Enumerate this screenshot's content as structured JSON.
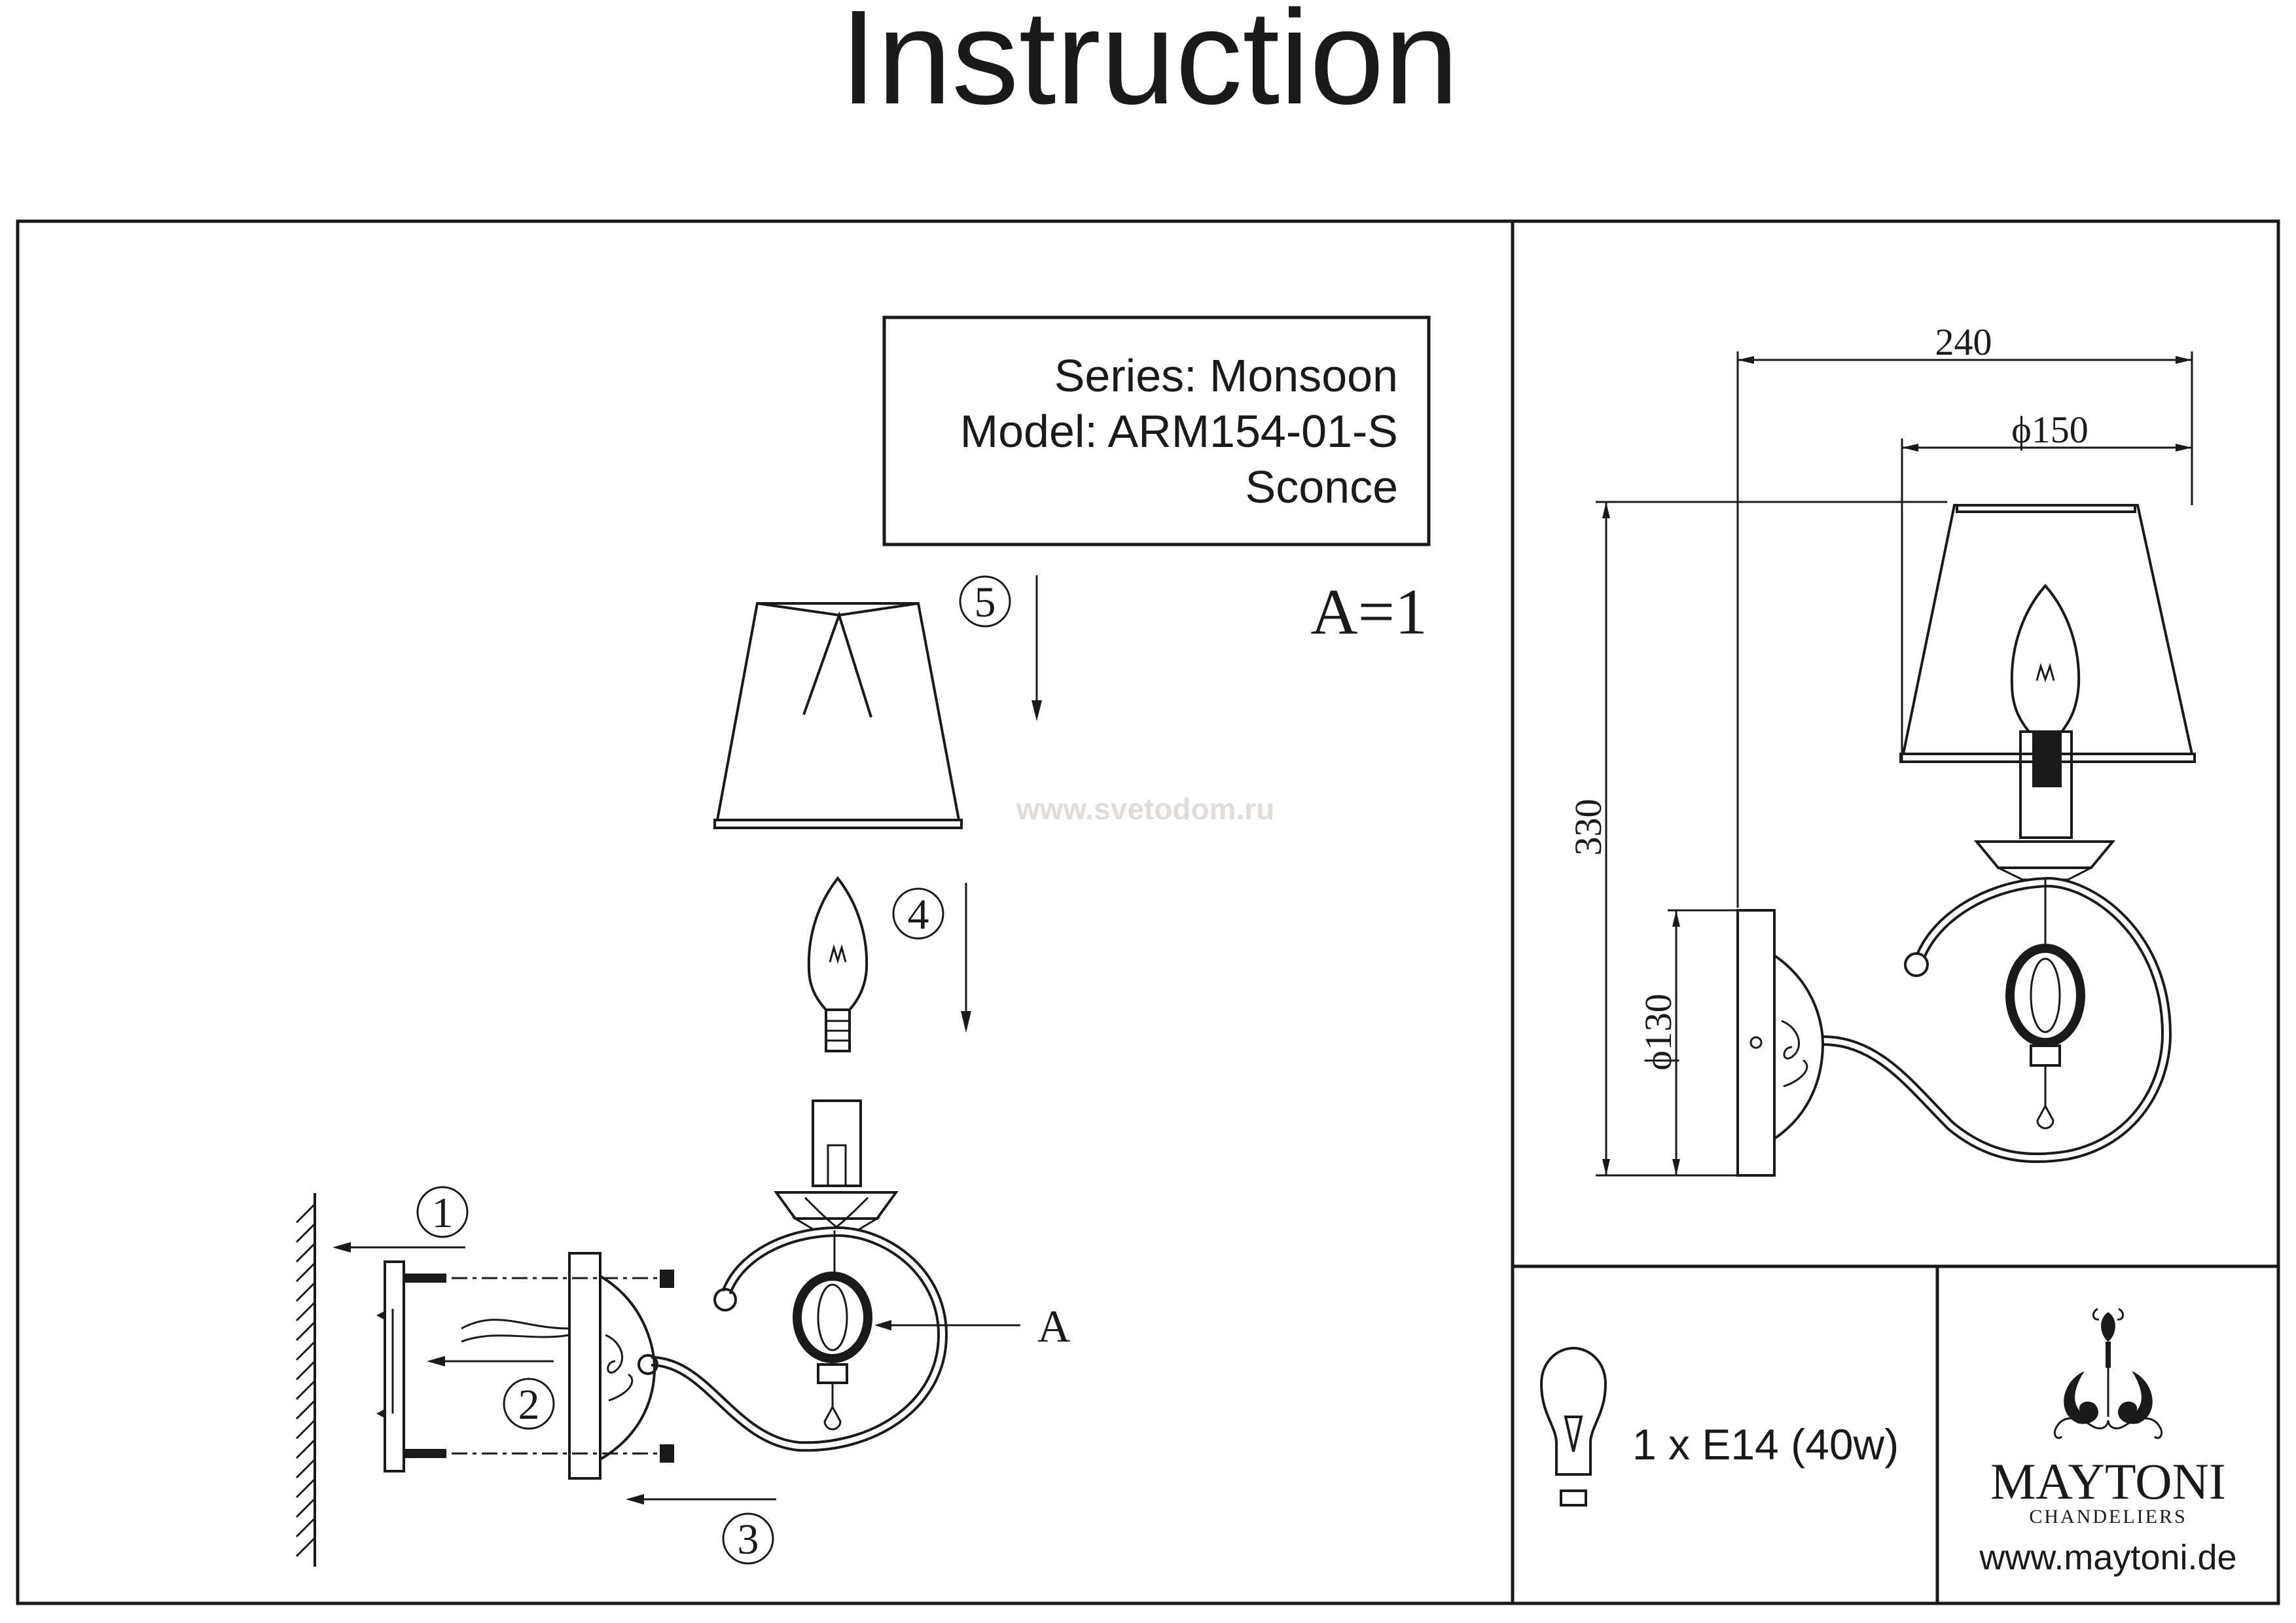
{
  "title": "Instruction",
  "info_box": {
    "series": "Series: Monsoon",
    "model": "Model: ARM154-01-S",
    "type": "Sconce"
  },
  "parts_count": "A=1",
  "watermark": "www.svetodom.ru",
  "steps": [
    "1",
    "2",
    "3",
    "4",
    "5"
  ],
  "part_label": "A",
  "dimensions": {
    "width": "240",
    "shade_diameter": "ϕ150",
    "height": "330",
    "plate_diameter": "ϕ130"
  },
  "bulb_spec": "1 x E14 (40w)",
  "brand": {
    "name": "MAYTONI",
    "tagline": "CHANDELIERS",
    "website": "www.maytoni.de"
  }
}
